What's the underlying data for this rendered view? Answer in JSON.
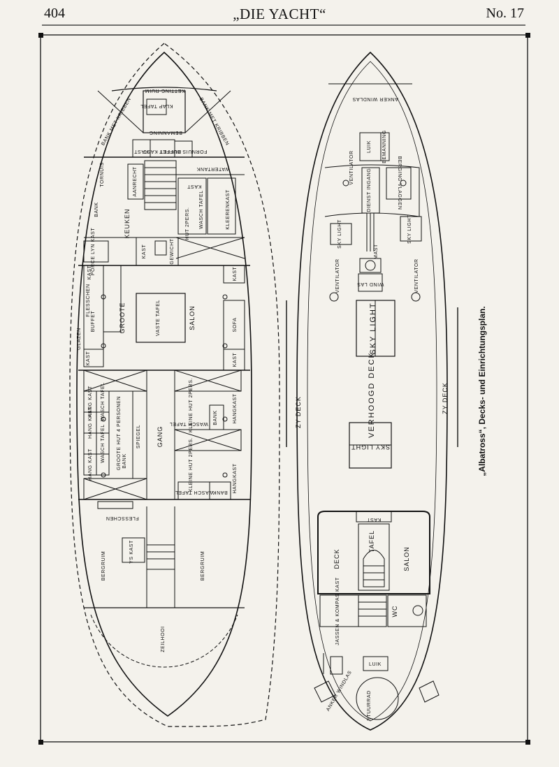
{
  "header": {
    "page_number": "404",
    "title": "„DIE YACHT“",
    "issue": "No. 17"
  },
  "caption": "„Albatross“, Decks- und Einrichtungsplan.",
  "left_plan": {
    "ketting_ruim": "KETTING RUIM",
    "klap_tafel": "KLAP TAFEL",
    "bank_met_kribben_l": "BANK MET KRIBBEN",
    "bank_met_kribben_r": "BANK MET KRIBBEN",
    "bemanning": "BEMANNING",
    "kast_1": "KAST",
    "buffet_kast": "BUFFET KAST",
    "fornuis_buffet": "FORNUIS BUFFET",
    "watertank": "WATERTANK",
    "aanrecht": "AANRECHT",
    "kast_2": "KAST",
    "wasch_tafel_1": "WASCH TAFEL",
    "kleerenkast": "KLEERENKAST",
    "hut_2pers_1": "HUT 2PERS.",
    "tornuis": "TORNUIS",
    "bank_1": "BANK",
    "keuken": "KEUKEN",
    "porcelyn_kast": "PORCE LYN KAST",
    "kast_3": "KAST",
    "gewicht": "GEWICHT",
    "kast_4": "KAST",
    "kast_5": "KAST",
    "flesschen": "FLESSCHEN",
    "buffet": "BUFFET",
    "glazen": "GLAZEN",
    "groote": "GROOTE",
    "vaste_tafel": "VASTE TAFEL",
    "salon": "SALON",
    "sofa": "SOFA",
    "kast_6": "KAST",
    "kast_7": "KAST",
    "hang_kast_1": "HANG KAST",
    "wasch_tafel_2": "WASCH TAFEL",
    "hang_kast_2": "HANG KAST",
    "wasch_tafel_3": "WASCH TAFEL",
    "hang_kast_3": "HANG KAST",
    "groote_hut": "GROOTE HUT 4 PERSONEN",
    "spiegel": "SPIEGEL",
    "bank_2": "BANK",
    "gang": "GANG",
    "kleine_hut_1": "KLEINE HUT 2PERS.",
    "wasch_tafel_4": "WASCH TAFEL",
    "bank_3": "BANK",
    "hangkast_1": "HANGKAST",
    "kleine_hut_2": "KLEINE HUT 2PERS.",
    "wasch_tafel_5": "WASCH TAFEL",
    "bank_4": "BANK",
    "hangkast_2": "HANGKAST",
    "flesschen_2": "FLESSCHEN",
    "yskast": "YS KAST",
    "bergruim_1": "BERGRUIM",
    "bergruim_2": "BERGRUIM",
    "zeilhooi": "ZEILHOOI"
  },
  "right_plan": {
    "anker_windlas_top": "ANKER WINDLAS",
    "luik_bemanning_1": "LUIK",
    "luik_bemanning_2": "BEMANNING",
    "ventilator_1": "VENTILATOR",
    "dienst_ingang": "DIENST INGANG",
    "berging_vlaggen": "BERGING VLAGGEN",
    "sky_light_1": "SKY LIGHT",
    "sky_light_2": "SKY LIGHT",
    "mast": "MAST",
    "ventilator_2": "VENTILATOR",
    "ventilator_3": "VENTILATOR",
    "wind_las": "WIND LAS",
    "sky_light_main": "SKY LIGHT",
    "zy_deck_left": "ZY DECK",
    "zy_deck_right": "ZY DECK",
    "verhoogd_deck": "VERHOOGD DECK",
    "sky_light_lower": "SKY LIGHT",
    "kast_top": "KAST",
    "tafel": "TAFEL",
    "deck": "DECK",
    "salon": "SALON",
    "jassen_kompas_kast": "JASSEN & KOMPAS KAST",
    "wc": "WC",
    "luik": "LUIK",
    "anker_windlas_bottom": "ANKER WINDLAS",
    "stuurrad": "STUURRAD"
  }
}
